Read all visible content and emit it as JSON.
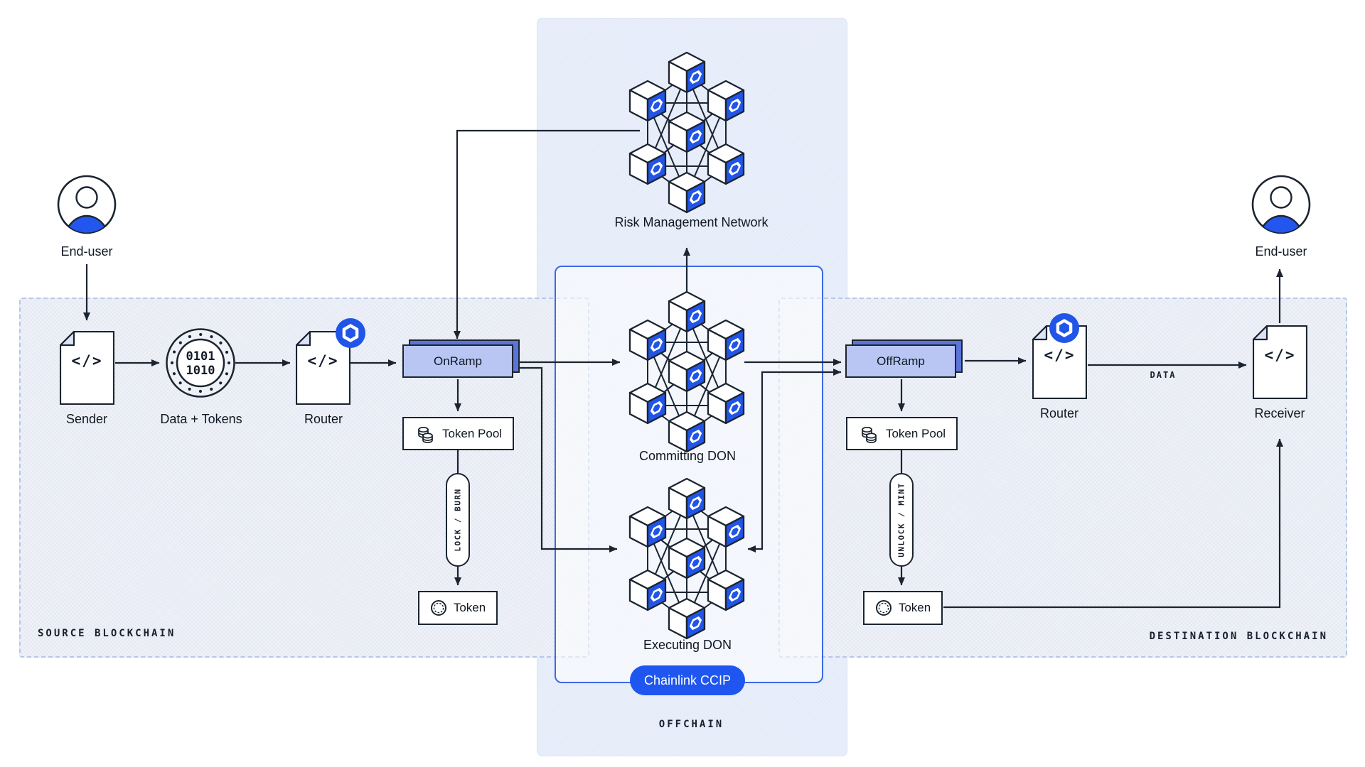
{
  "colors": {
    "chainlink_blue": "#2155e8",
    "ccip_pill_blue": "#1f56f0",
    "ramp_fill": "#b9c6f3",
    "ramp_shadow": "#5a74d9",
    "line_dark": "#1b2430",
    "panel_fill": "#eef1f7",
    "offchain_fill": "#e8eefa",
    "ccip_border_blue": "#3a6ae8"
  },
  "shared": {
    "code_glyph": "</>"
  },
  "source": {
    "panel_label": "SOURCE BLOCKCHAIN",
    "end_user": "End-user",
    "sender": "Sender",
    "data_tokens": "Data + Tokens",
    "binary_line1": "0101",
    "binary_line2": "1010",
    "router": "Router",
    "onramp": "OnRamp",
    "token_pool": "Token Pool",
    "lock_burn": "LOCK / BURN",
    "token": "Token"
  },
  "offchain": {
    "risk_management": "Risk Management Network",
    "committing": "Committing DON",
    "executing": "Executing DON",
    "ccip_badge": "Chainlink CCIP",
    "panel_label": "OFFCHAIN"
  },
  "destination": {
    "panel_label": "DESTINATION BLOCKCHAIN",
    "offramp": "OffRamp",
    "token_pool": "Token Pool",
    "unlock_mint": "UNLOCK / MINT",
    "token": "Token",
    "router": "Router",
    "data_label": "DATA",
    "receiver": "Receiver",
    "end_user": "End-user"
  }
}
